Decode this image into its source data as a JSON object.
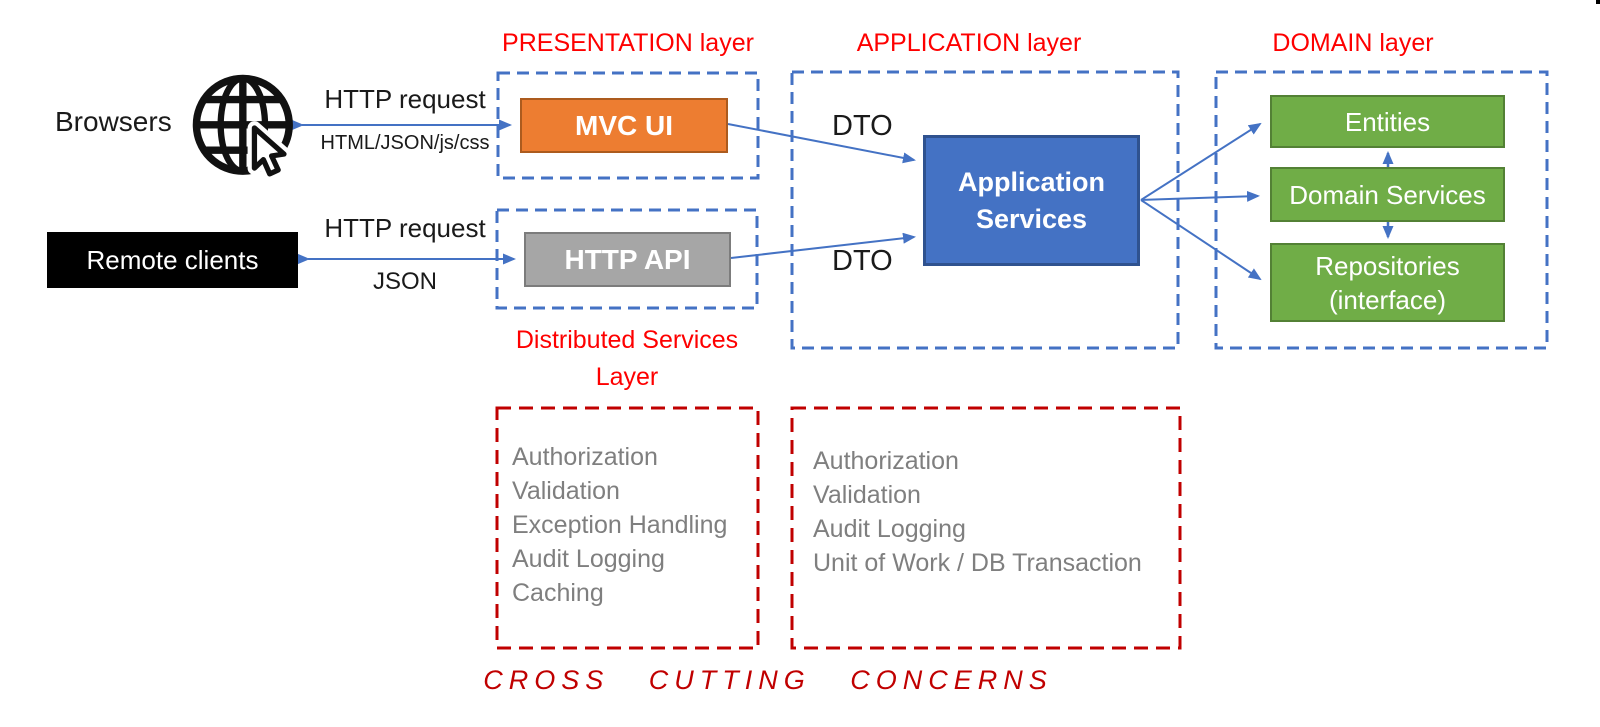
{
  "titles": {
    "presentation": "PRESENTATION layer",
    "application": "APPLICATION layer",
    "domain": "DOMAIN layer",
    "distributed_l1": "Distributed Services",
    "distributed_l2": "Layer",
    "cross_cutting": "CROSS CUTTING CONCERNS"
  },
  "actors": {
    "browsers": "Browsers",
    "remote_clients": "Remote clients"
  },
  "components": {
    "mvc_ui": "MVC UI",
    "http_api": "HTTP API",
    "application_services": "Application Services",
    "entities": "Entities",
    "domain_services": "Domain Services",
    "repositories": "Repositories (interface)"
  },
  "flows": {
    "http_request_browser": "HTTP request",
    "http_response_browser": "HTML/JSON/js/css",
    "http_request_remote": "HTTP request",
    "http_response_remote": "JSON",
    "dto_top": "DTO",
    "dto_bottom": "DTO"
  },
  "cross_cutting": {
    "presentation_items": [
      "Authorization",
      "Validation",
      "Exception Handling",
      "Audit Logging",
      "Caching"
    ],
    "application_items": [
      "Authorization",
      "Validation",
      "Audit Logging",
      "Unit of Work / DB Transaction"
    ]
  },
  "icons": {
    "globe": "globe-with-cursor"
  },
  "colors": {
    "accent_blue": "#4472C4",
    "box_orange": "#ED7D31",
    "box_gray": "#A6A6A6",
    "box_blue": "#4472C4",
    "box_green": "#70AD47",
    "title_red": "#FE0000",
    "dashed_red": "#C00000",
    "list_gray": "#7F7F7F"
  }
}
